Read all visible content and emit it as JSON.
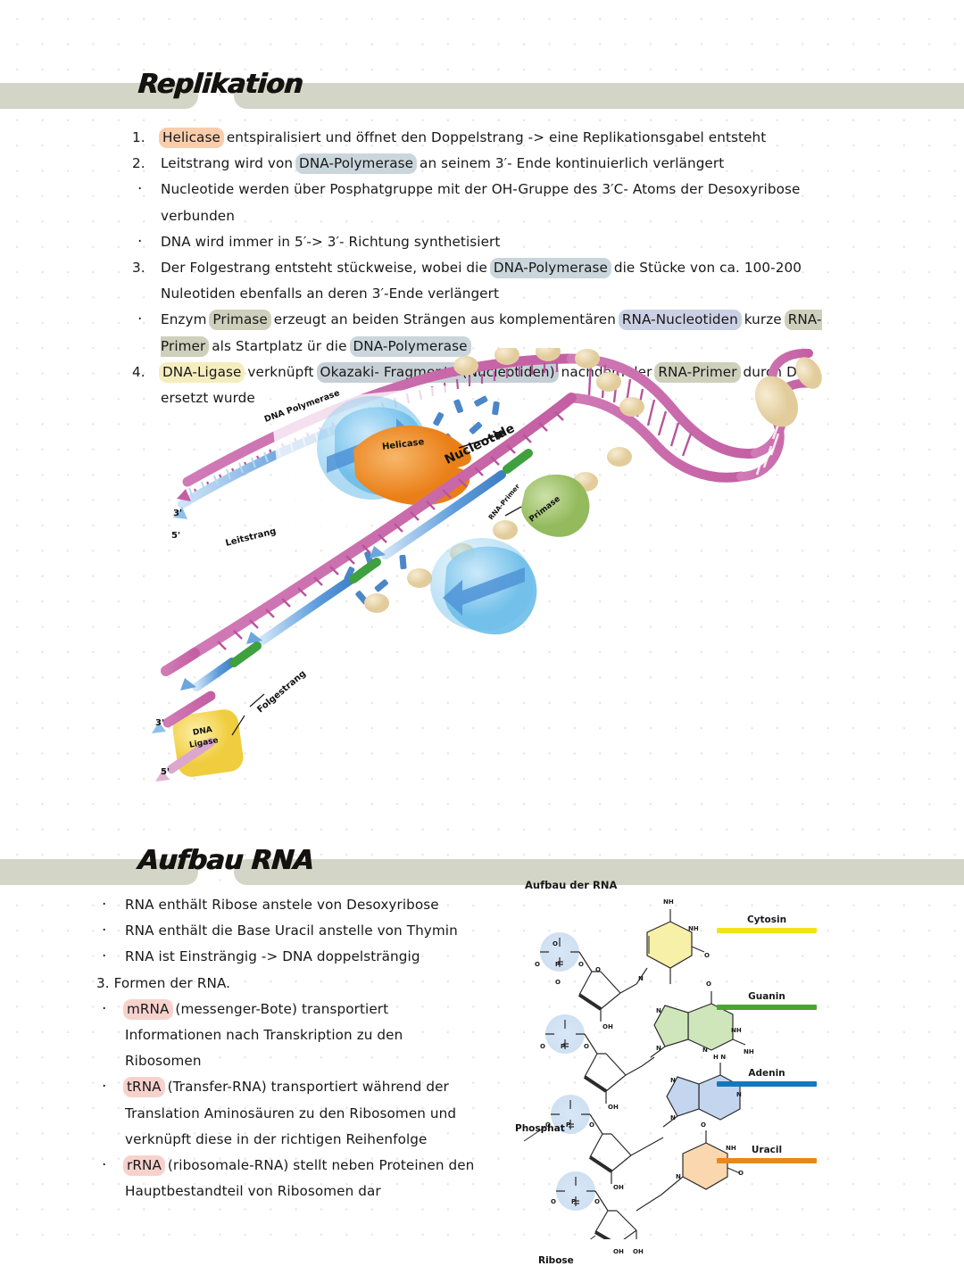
{
  "sections": [
    {
      "id": "replication",
      "title": "Replikation",
      "items": [
        {
          "marker": "1.",
          "type": "number",
          "runs": [
            {
              "t": "Helicase",
              "hl": "peach"
            },
            {
              "t": " entspiralisiert und öffnet den Doppelstrang -> eine Replikationsgabel entsteht"
            }
          ]
        },
        {
          "marker": "2.",
          "type": "number",
          "runs": [
            {
              "t": "Leitstrang wird von "
            },
            {
              "t": "DNA-Polymerase",
              "hl": "blue"
            },
            {
              "t": " an seinem 3′- Ende kontinuierlich verlängert"
            }
          ]
        },
        {
          "marker": "·",
          "type": "dot",
          "runs": [
            {
              "t": "Nucleotide werden über Posphatgruppe mit der OH-Gruppe des 3′C- Atoms der Desoxyribose verbunden"
            }
          ]
        },
        {
          "marker": "·",
          "type": "dot",
          "runs": [
            {
              "t": "DNA wird immer in 5′-> 3′- Richtung synthetisiert"
            }
          ]
        },
        {
          "marker": "3.",
          "type": "number",
          "runs": [
            {
              "t": "Der Folgestrang entsteht stückweise, wobei die "
            },
            {
              "t": "DNA-Polymerase",
              "hl": "blue"
            },
            {
              "t": " die Stücke von ca. 100-200 Nuleotiden ebenfalls an deren 3′-Ende verlängert"
            }
          ]
        },
        {
          "marker": "·",
          "type": "dot",
          "runs": [
            {
              "t": "Enzym "
            },
            {
              "t": "Primase",
              "hl": "olive"
            },
            {
              "t": " erzeugt an beiden Strängen aus komplementären "
            },
            {
              "t": "RNA-Nucleotiden",
              "hl": "violet"
            },
            {
              "t": " kurze "
            },
            {
              "t": "RNA- Primer",
              "hl": "olive"
            },
            {
              "t": " als Startplatz ür die "
            },
            {
              "t": "DNA-Polymerase",
              "hl": "blue"
            }
          ]
        },
        {
          "marker": "4.",
          "type": "number",
          "runs": [
            {
              "t": "DNA-Ligase",
              "hl": "yellow"
            },
            {
              "t": " verknüpft "
            },
            {
              "t": "Okazaki- Fragmente (Nucleotiden)",
              "hl": "bluegrey"
            },
            {
              "t": " nachdem der "
            },
            {
              "t": "RNA-Primer",
              "hl": "olive"
            },
            {
              "t": " durch DNA ersetzt wurde"
            }
          ]
        }
      ]
    },
    {
      "id": "aufbau-rna",
      "title": "Aufbau RNA",
      "items": [
        {
          "marker": "·",
          "type": "dot",
          "runs": [
            {
              "t": "RNA enthält Ribose anstele von Desoxyribose"
            }
          ]
        },
        {
          "marker": "·",
          "type": "dot",
          "runs": [
            {
              "t": "RNA enthält die Base Uracil anstelle von Thymin"
            }
          ]
        },
        {
          "marker": "·",
          "type": "dot",
          "runs": [
            {
              "t": "RNA ist Einsträngig -> DNA doppelsträngig"
            }
          ]
        },
        {
          "marker": "",
          "type": "plain",
          "runs": [
            {
              "t": "3. Formen der RNA."
            }
          ]
        },
        {
          "marker": "·",
          "type": "dot",
          "runs": [
            {
              "t": "mRNA",
              "hl": "pink"
            },
            {
              "t": " (messenger-Bote) transportiert Informationen nach Transkription zu den Ribosomen"
            }
          ]
        },
        {
          "marker": "·",
          "type": "dot",
          "runs": [
            {
              "t": "tRNA",
              "hl": "pink"
            },
            {
              "t": " (Transfer-RNA) transportiert während der Translation Aminosäuren zu den Ribosomen und verknüpft diese in der richtigen Reihenfolge"
            }
          ]
        },
        {
          "marker": "·",
          "type": "dot",
          "runs": [
            {
              "t": "rRNA",
              "hl": "pink"
            },
            {
              "t": " (ribosomale-RNA) stellt neben Proteinen den Hauptbestandteil von Ribosomen dar"
            }
          ]
        }
      ]
    }
  ],
  "replication_figure": {
    "labels": {
      "dna_polymerase": "DNA Polymerase",
      "nucleotide": "Nucleotide",
      "helicase": "Helicase",
      "rna_primer": "RNA-Primer",
      "primase": "Primase",
      "leitstrang": "Leitstrang",
      "folgestrang": "Folgestrang",
      "dna_ligase_l1": "DNA",
      "dna_ligase_l2": "Ligase",
      "end_3_top": "3'",
      "end_5_top": "5'",
      "end_3_bottom": "3'",
      "end_5_bottom": "5'"
    },
    "colors": {
      "template_strand": "#c964a8",
      "new_strand": "#4f8fd4",
      "helicase": "#ef8f2c",
      "primase": "#9fc46a",
      "ligase": "#f2d34a",
      "protein_blue": "#7ec4ee",
      "histone": "#efdcb2",
      "rna_primer_green": "#3fa03f"
    }
  },
  "rna_figure": {
    "title": "Aufbau der RNA",
    "labels": {
      "phosphat": "Phosphat",
      "ribose": "Ribose"
    },
    "legend": [
      {
        "name": "Cytosin",
        "color": "#f2e21a",
        "base_fill": "#f7f0a8"
      },
      {
        "name": "Guanin",
        "color": "#4ca52e",
        "base_fill": "#cfe6bb"
      },
      {
        "name": "Adenin",
        "color": "#1578bd",
        "base_fill": "#c4d6ef"
      },
      {
        "name": "Uracil",
        "color": "#e8881a",
        "base_fill": "#fad7ae"
      }
    ],
    "atoms": {
      "nh2": "NH",
      "nh": "NH",
      "n": "N",
      "o": "O",
      "p": "P",
      "oh": "OH",
      "h": "H",
      "h2n": "H N"
    }
  },
  "theme": {
    "header_bar": "#d3d5c6",
    "page_bg": "#ffffff",
    "dot_grid": "#d9d9dd",
    "text": "#181818"
  }
}
